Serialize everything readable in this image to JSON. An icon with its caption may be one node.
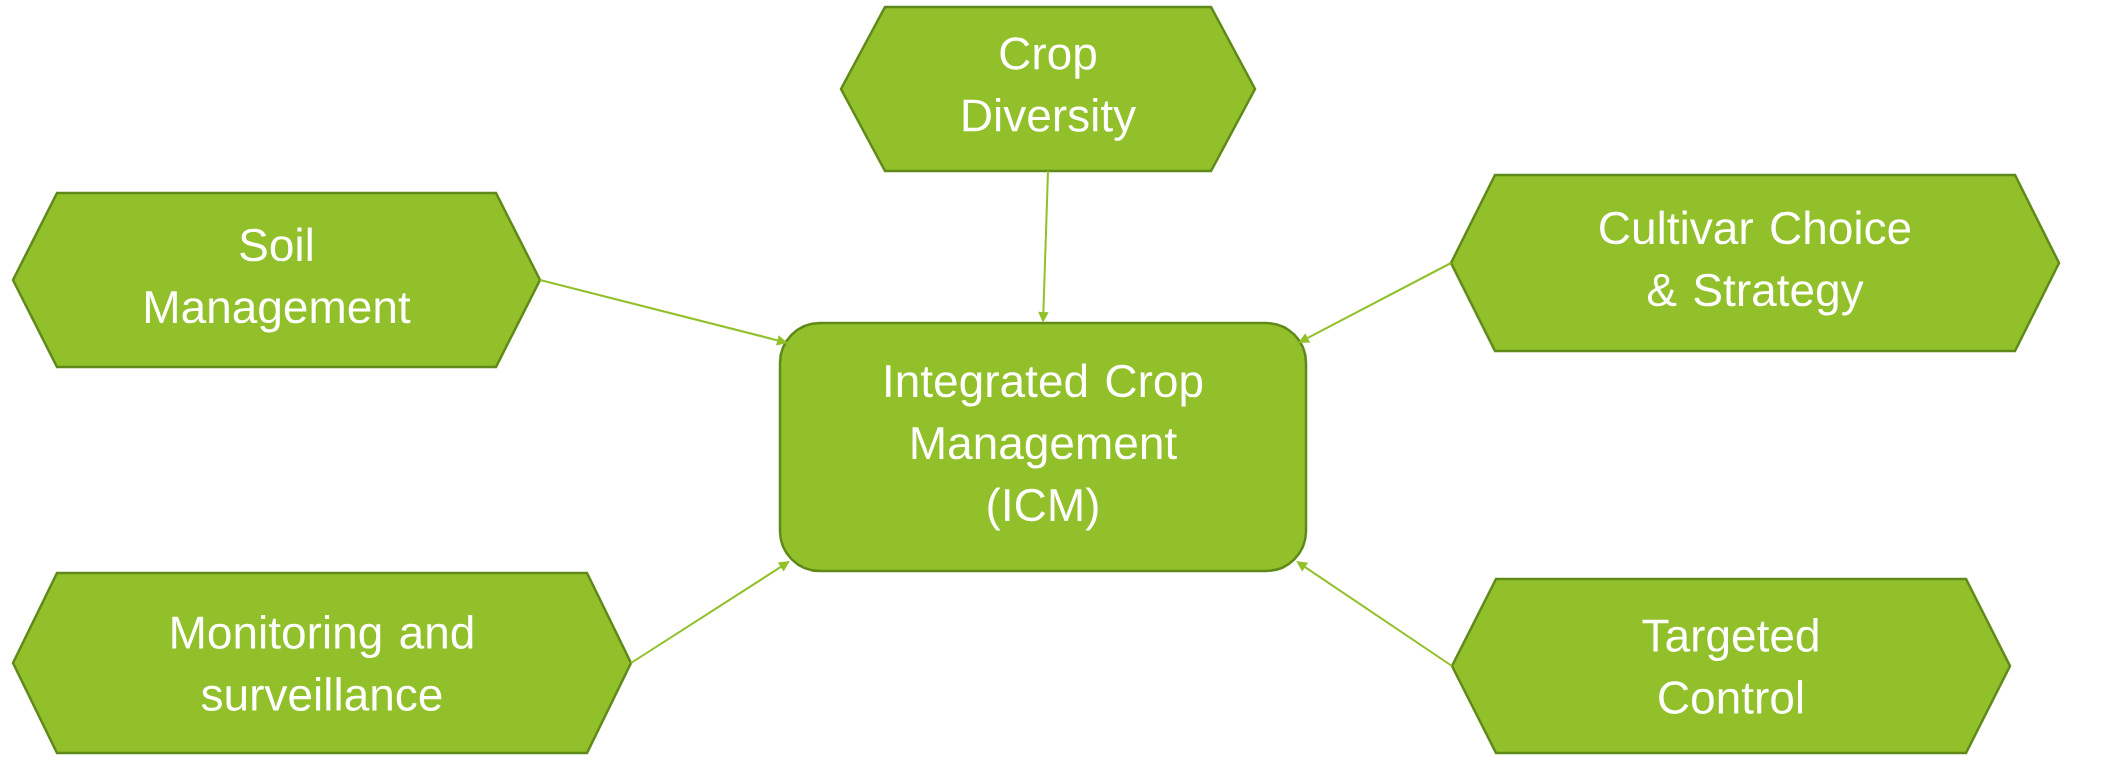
{
  "diagram": {
    "nodes": [
      {
        "text": [
          "Crop Diversity"
        ]
      },
      {
        "text": [
          "Soil Management"
        ]
      },
      {
        "text": [
          "Cultivar Choice & Strategy"
        ]
      },
      {
        "text": [
          "Integrated Crop Management (ICM)"
        ]
      },
      {
        "text": [
          "Monitoring and surveillance"
        ]
      },
      {
        "text": [
          "Targeted Control"
        ]
      }
    ],
    "edges": [
      {
        "from": 0,
        "to": 3,
        "arrow": "to"
      },
      {
        "from": 1,
        "to": 3,
        "arrow": "to"
      },
      {
        "from": 2,
        "to": 3,
        "arrow": "to"
      },
      {
        "from": 4,
        "to": 3,
        "arrow": "to"
      },
      {
        "from": 5,
        "to": 3,
        "arrow": "to"
      }
    ]
  }
}
